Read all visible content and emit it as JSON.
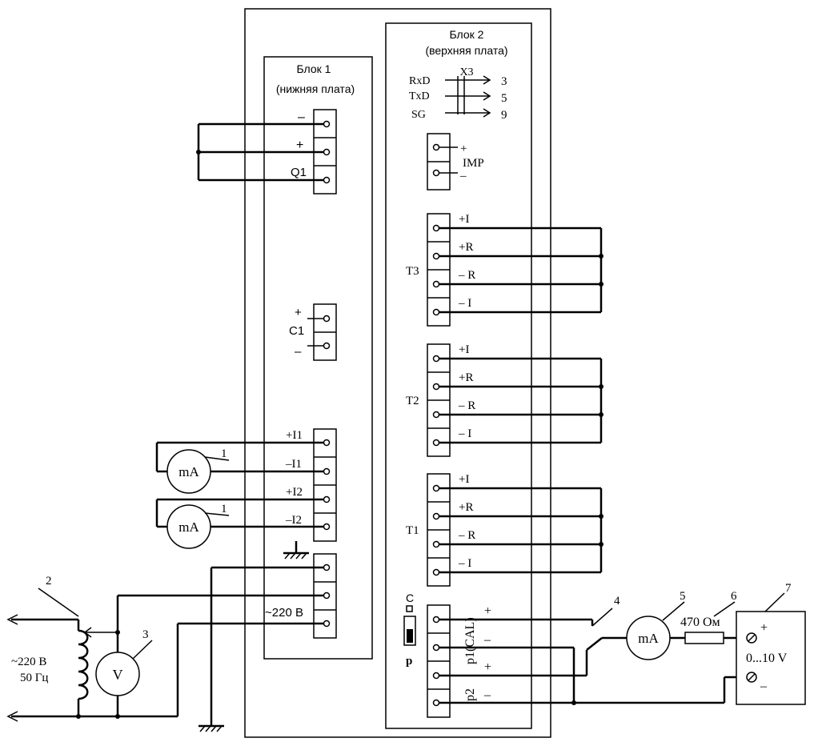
{
  "block1": {
    "title": "Блок 1",
    "subtitle": "(нижняя плата)"
  },
  "block2": {
    "title": "Блок 2",
    "subtitle": "(верхняя плата)"
  },
  "x3": {
    "label": "X3",
    "signals": [
      {
        "name": "RxD",
        "pin": "3"
      },
      {
        "name": "TxD",
        "pin": "5"
      },
      {
        "name": "SG",
        "pin": "9"
      }
    ]
  },
  "imp": {
    "plus": "+",
    "minus": "–",
    "label": "IMP"
  },
  "q1": {
    "minus": "–",
    "plus": "+",
    "label": "Q1"
  },
  "c1": {
    "plus": "+",
    "label": "C1",
    "minus": "–"
  },
  "currents": {
    "i1p": "+I1",
    "i1m": "–I1",
    "i2p": "+I2",
    "i2m": "–I2"
  },
  "power_terminal_label": "~220 В",
  "sensors": [
    {
      "id": "T3",
      "pins": [
        "+I",
        "+R",
        "– R",
        "– I"
      ]
    },
    {
      "id": "T2",
      "pins": [
        "+I",
        "+R",
        "– R",
        "– I"
      ]
    },
    {
      "id": "T1",
      "pins": [
        "+I",
        "+R",
        "– R",
        "– I"
      ]
    }
  ],
  "switch": {
    "top": "C",
    "bottom": "p"
  },
  "p_channels": {
    "p1": "p1(CAL)",
    "p2": "p2",
    "plus": "+",
    "minus": "–"
  },
  "instruments": {
    "ma": "mA",
    "v": "V"
  },
  "callouts": [
    "1",
    "1",
    "2",
    "3",
    "4",
    "5",
    "6",
    "7"
  ],
  "resistor_label": "470 Ом",
  "source_label": "0...10 V",
  "source_plus": "+",
  "source_minus": "–",
  "mains": {
    "line1": "~220 В",
    "line2": "50 Гц"
  }
}
